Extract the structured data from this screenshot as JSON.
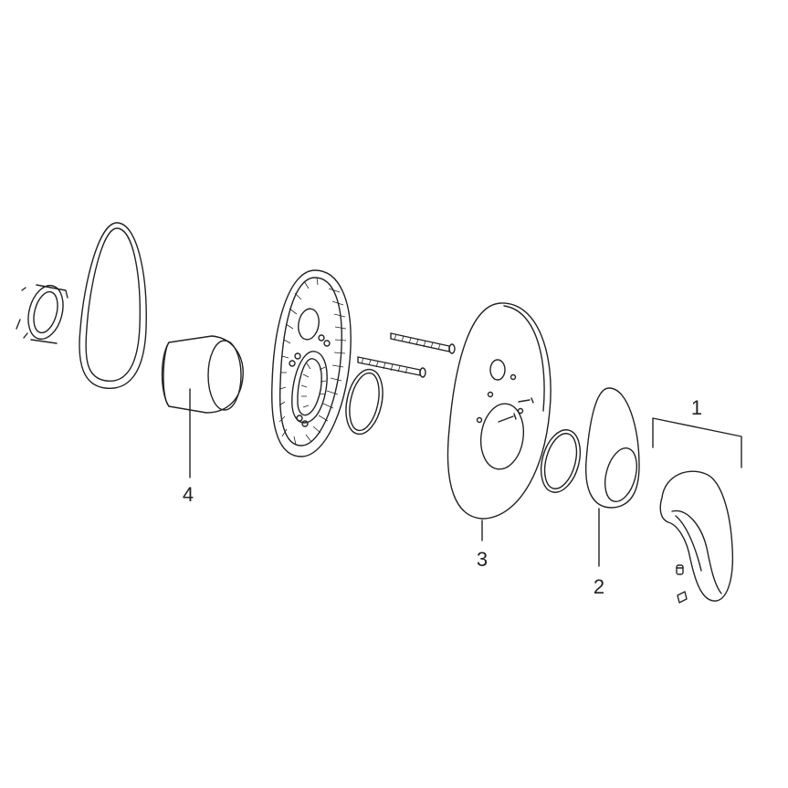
{
  "callouts": [
    {
      "id": "callout-1",
      "text": "1"
    },
    {
      "id": "callout-2",
      "text": "2"
    },
    {
      "id": "callout-3",
      "text": "3"
    },
    {
      "id": "callout-4",
      "text": "4"
    }
  ],
  "parts": [
    "retaining-clip",
    "oval-gasket",
    "sleeve",
    "backplate",
    "o-ring",
    "long-screws",
    "cover-plate",
    "small-o-ring",
    "escutcheon",
    "lever-handle",
    "set-screw"
  ],
  "colors": {
    "line": "#222222",
    "background": "#ffffff"
  }
}
